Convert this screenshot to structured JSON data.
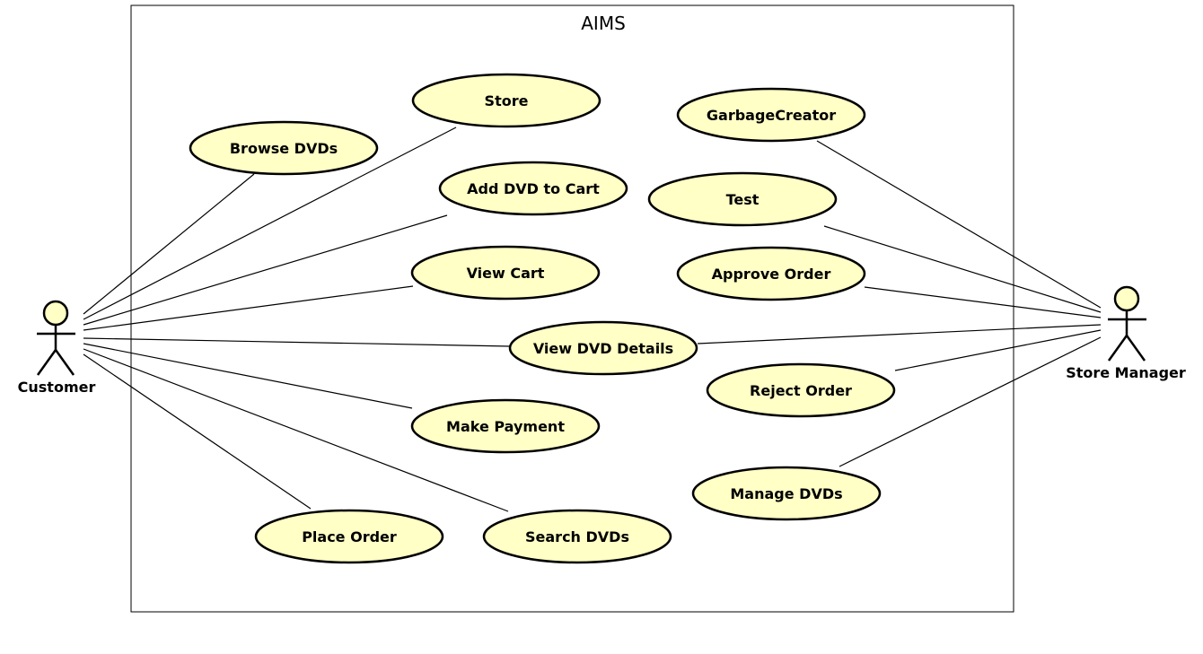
{
  "system": {
    "title": "AIMS"
  },
  "actors": {
    "customer": "Customer",
    "store_manager": "Store Manager"
  },
  "use_cases": {
    "store": "Store",
    "browse_dvds": "Browse DVDs",
    "add_dvd_to_cart": "Add DVD to Cart",
    "view_cart": "View Cart",
    "view_dvd_details": "View DVD Details",
    "make_payment": "Make Payment",
    "place_order": "Place Order",
    "search_dvds": "Search DVDs",
    "garbage_creator": "GarbageCreator",
    "test": "Test",
    "approve_order": "Approve Order",
    "reject_order": "Reject Order",
    "manage_dvds": "Manage DVDs"
  },
  "associations": [
    {
      "actor": "customer",
      "use_case": "browse_dvds"
    },
    {
      "actor": "customer",
      "use_case": "store"
    },
    {
      "actor": "customer",
      "use_case": "add_dvd_to_cart"
    },
    {
      "actor": "customer",
      "use_case": "view_cart"
    },
    {
      "actor": "customer",
      "use_case": "view_dvd_details"
    },
    {
      "actor": "customer",
      "use_case": "make_payment"
    },
    {
      "actor": "customer",
      "use_case": "search_dvds"
    },
    {
      "actor": "customer",
      "use_case": "place_order"
    },
    {
      "actor": "store_manager",
      "use_case": "garbage_creator"
    },
    {
      "actor": "store_manager",
      "use_case": "test"
    },
    {
      "actor": "store_manager",
      "use_case": "approve_order"
    },
    {
      "actor": "store_manager",
      "use_case": "view_dvd_details"
    },
    {
      "actor": "store_manager",
      "use_case": "reject_order"
    },
    {
      "actor": "store_manager",
      "use_case": "manage_dvds"
    }
  ],
  "colors": {
    "use_case_fill": "#ffffc6",
    "actor_head_fill": "#ffffc6",
    "stroke": "#000000",
    "background": "#ffffff"
  }
}
